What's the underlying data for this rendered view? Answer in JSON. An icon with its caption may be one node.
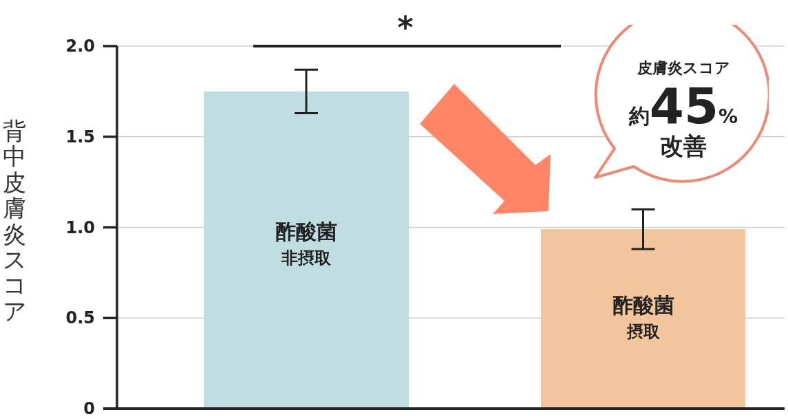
{
  "diagram": {
    "nodes": [
      {
        "text": [
          "皮膚炎スコア",
          "約",
          "45",
          "%",
          "改善"
        ]
      }
    ],
    "labels": [
      "*",
      "酢酸菌",
      "非摂取",
      "酢酸菌",
      "摂取"
    ],
    "chart_data": {
      "type": "bar",
      "ylabel": "背中皮膚炎スコア",
      "categories": [
        null,
        null
      ],
      "stacked": true,
      "grid": true,
      "series": [
        {
          "color": "#c0dde1",
          "values": [
            1.75,
            null
          ],
          "errors": [
            0.12,
            null
          ]
        },
        {
          "color": "#f3c59c",
          "values": [
            null,
            0.99
          ],
          "errors": [
            null,
            0.11
          ]
        }
      ],
      "ylim": [
        0,
        2
      ],
      "yticks": [
        {
          "value": 0,
          "label": "0"
        },
        {
          "value": 0.5,
          "label": "0.5"
        },
        {
          "value": 1,
          "label": "1.0"
        },
        {
          "value": 1.5,
          "label": "1.5"
        },
        {
          "value": 2,
          "label": "2.0"
        }
      ]
    }
  }
}
